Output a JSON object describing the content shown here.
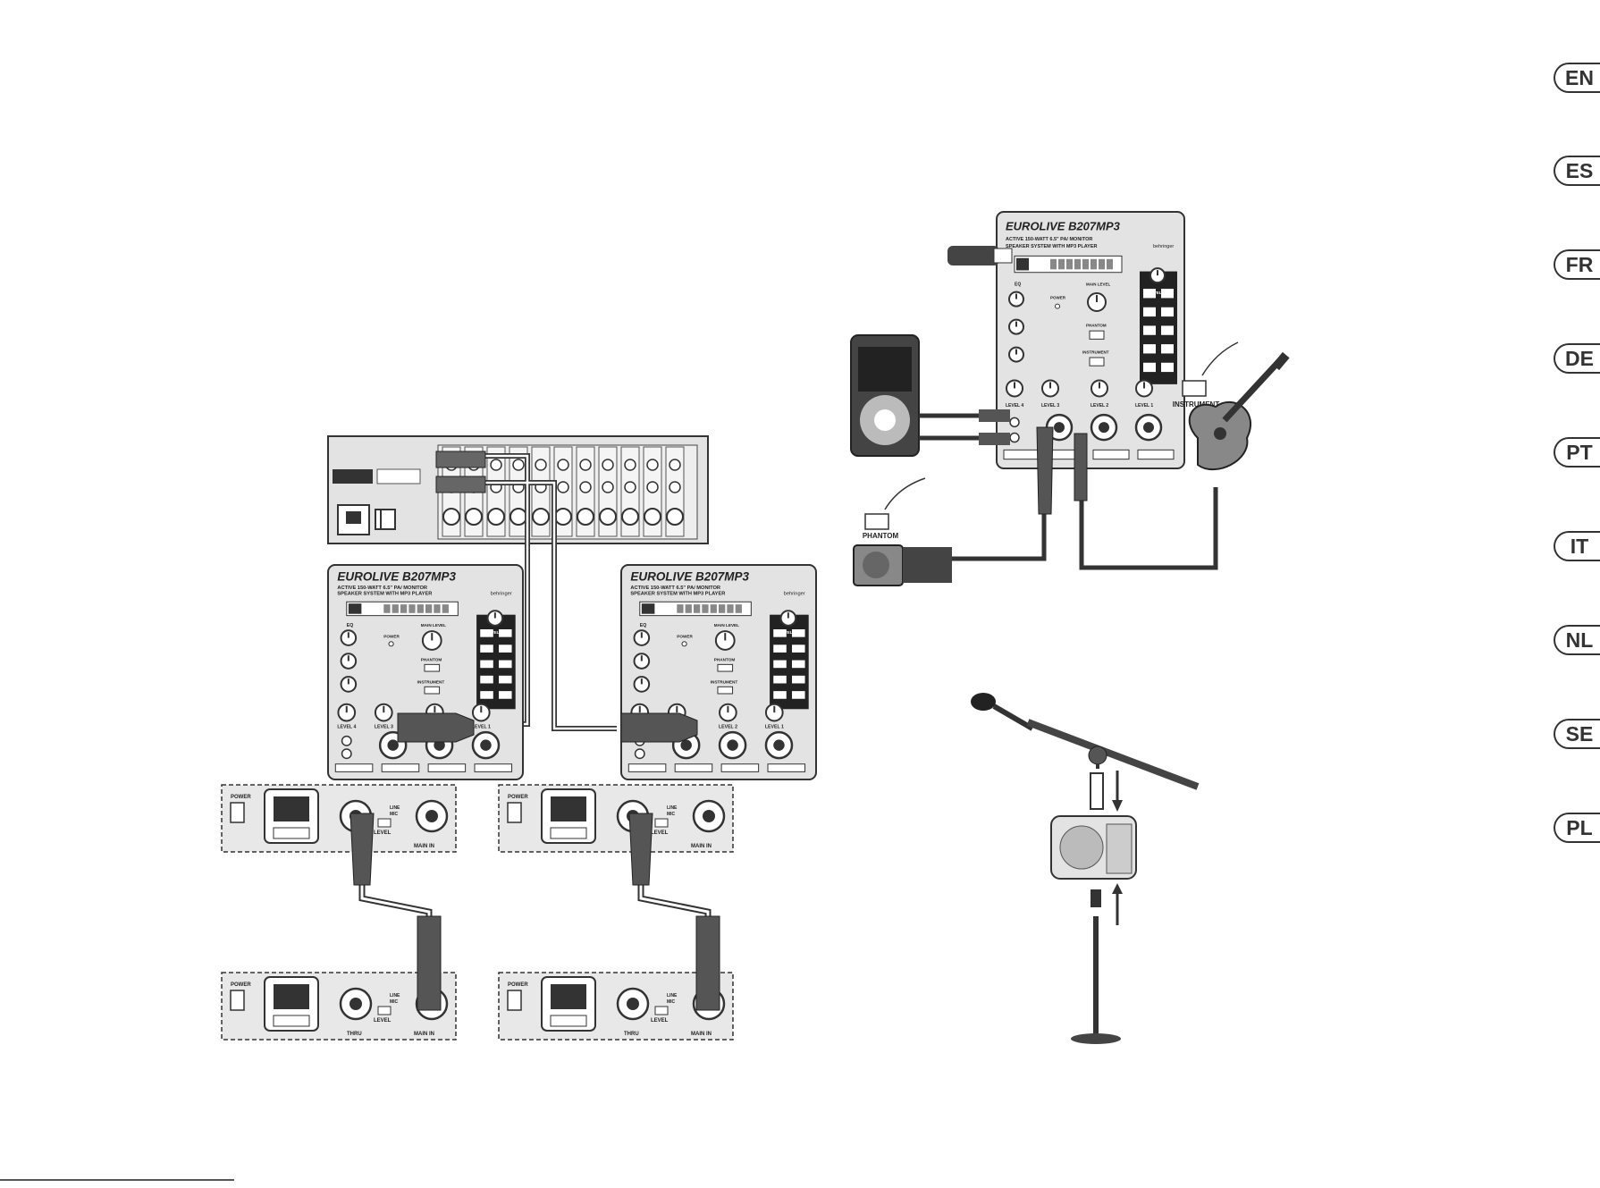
{
  "languages": [
    "EN",
    "ES",
    "FR",
    "DE",
    "PT",
    "IT",
    "NL",
    "SE",
    "PL"
  ],
  "speaker": {
    "brand_title": "EUROLIVE B207MP3",
    "subtitle_1": "ACTIVE 150-WATT 6.5\" PA/ MONITOR",
    "subtitle_2": "SPEAKER SYSTEM WITH MP3 PLAYER",
    "logo": "behringer",
    "knob_labels": {
      "eq": "EQ",
      "main_level": "MAIN LEVEL",
      "power": "POWER",
      "phantom": "PHANTOM",
      "instrument": "INSTRUMENT",
      "level": "LEVEL",
      "level_1": "LEVEL 1",
      "level_2": "LEVEL 2",
      "level_3": "LEVEL 3",
      "level_4": "LEVEL 4"
    }
  },
  "rear_panel": {
    "power": "POWER",
    "line": "LINE",
    "mic": "MIC",
    "level": "LEVEL",
    "thru": "THRU",
    "main_in": "MAIN IN"
  },
  "callouts": {
    "phantom": "PHANTOM",
    "instrument": "INSTRUMENT"
  }
}
